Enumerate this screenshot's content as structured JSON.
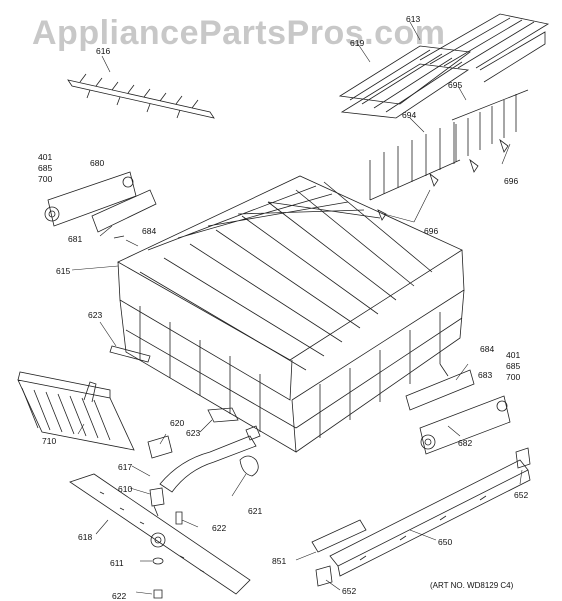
{
  "watermark": "AppliancePartsPros.com",
  "art_number": "(ART NO. WD8129 C4)",
  "callouts": {
    "c616": "616",
    "c613": "613",
    "c619": "619",
    "c695": "695",
    "c694": "694",
    "c696a": "696",
    "c696b": "696",
    "c401a": "401",
    "c685a": "685",
    "c700a": "700",
    "c680": "680",
    "c681": "681",
    "c684a": "684",
    "c615": "615",
    "c623a": "623",
    "c710": "710",
    "c620": "620",
    "c623b": "623",
    "c684b": "684",
    "c401b": "401",
    "c685b": "685",
    "c700b": "700",
    "c683": "683",
    "c682": "682",
    "c617": "617",
    "c610": "610",
    "c621": "621",
    "c618": "618",
    "c622a": "622",
    "c611": "611",
    "c622b": "622",
    "c652a": "652",
    "c650": "650",
    "c851": "851",
    "c652b": "652"
  }
}
